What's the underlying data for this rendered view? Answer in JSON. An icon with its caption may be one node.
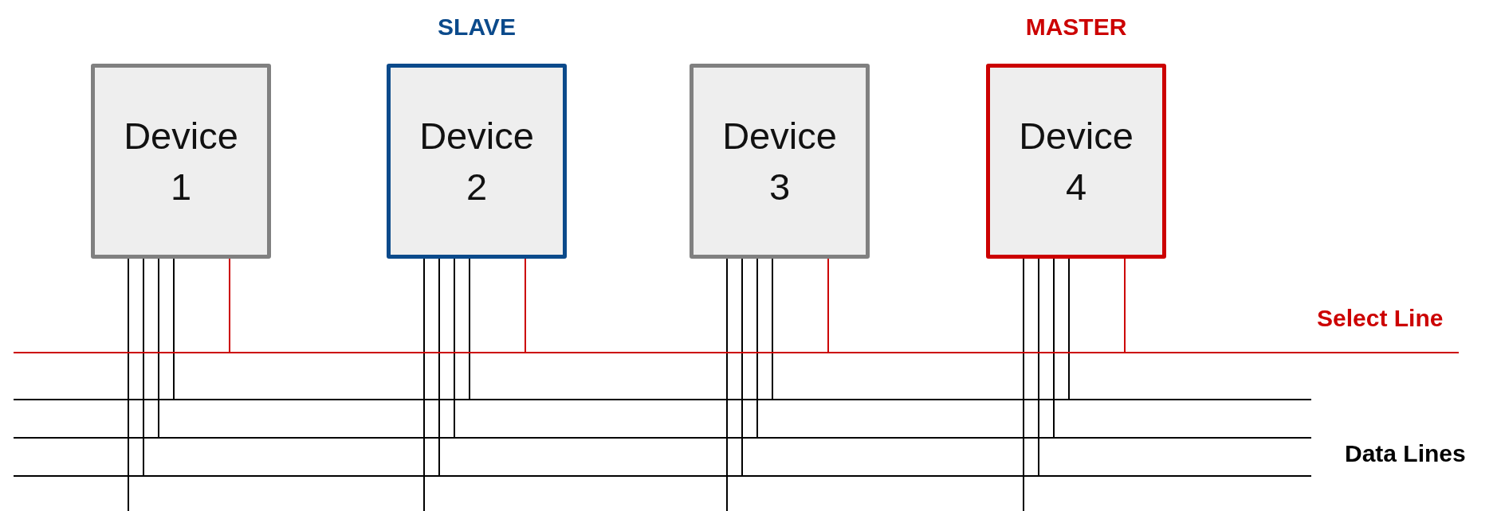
{
  "diagram": {
    "nodes": [
      {
        "text": [
          "Device 1"
        ]
      },
      {
        "text": [
          "Device 2"
        ],
        "beside": [
          "SLAVE"
        ]
      },
      {
        "text": [
          "Device 3"
        ]
      },
      {
        "text": [
          "Device 4"
        ],
        "beside": [
          "MASTER"
        ]
      },
      {
        "text": [],
        "shape": "bar"
      },
      {
        "text": [],
        "shape": "bar"
      },
      {
        "text": [],
        "shape": "bar"
      },
      {
        "text": [],
        "shape": "bar"
      }
    ],
    "edges": [
      {
        "from": 0,
        "to": null,
        "arrow": "none"
      },
      {
        "from": 0,
        "to": 7,
        "arrow": "none"
      },
      {
        "from": 0,
        "to": 6,
        "arrow": "none"
      },
      {
        "from": 0,
        "to": 5,
        "arrow": "none"
      },
      {
        "from": 0,
        "to": 4,
        "arrow": "none",
        "color": "#cc0000"
      },
      {
        "from": 1,
        "to": null,
        "arrow": "none"
      },
      {
        "from": 1,
        "to": 7,
        "arrow": "none"
      },
      {
        "from": 1,
        "to": 6,
        "arrow": "none"
      },
      {
        "from": 1,
        "to": 5,
        "arrow": "none"
      },
      {
        "from": 1,
        "to": 4,
        "arrow": "none",
        "color": "#cc0000"
      },
      {
        "from": 2,
        "to": null,
        "arrow": "none"
      },
      {
        "from": 2,
        "to": 7,
        "arrow": "none"
      },
      {
        "from": 2,
        "to": 6,
        "arrow": "none"
      },
      {
        "from": 2,
        "to": 5,
        "arrow": "none"
      },
      {
        "from": 2,
        "to": 4,
        "arrow": "none",
        "color": "#cc0000"
      },
      {
        "from": 3,
        "to": null,
        "arrow": "none"
      },
      {
        "from": 3,
        "to": 7,
        "arrow": "none"
      },
      {
        "from": 3,
        "to": 6,
        "arrow": "none"
      },
      {
        "from": 3,
        "to": 5,
        "arrow": "none"
      },
      {
        "from": 3,
        "to": 4,
        "arrow": "none",
        "color": "#cc0000"
      }
    ],
    "labels": [
      "Select Line",
      "Data Lines"
    ]
  }
}
